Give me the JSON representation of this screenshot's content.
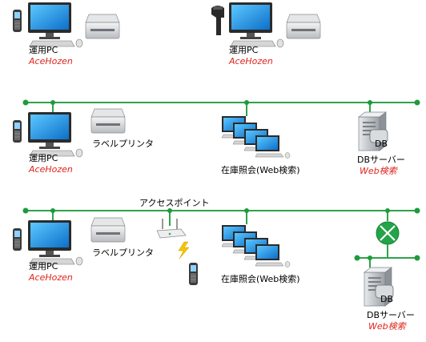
{
  "labels": {
    "operation_pc": "運用PC",
    "acehozen": "AceHozen",
    "label_printer": "ラベルプリンタ",
    "inventory_query": "在庫照会(Web検索)",
    "db_server": "DBサーバー",
    "web_search": "Web検索",
    "access_point": "アクセスポイント",
    "db": "DB"
  },
  "colors": {
    "network_line": "#2ea44a",
    "node": "#1f9a3d",
    "hub_line": "#ffffff",
    "accent_red": "#e0241c",
    "screen": "#1a8fe0",
    "wireless": "#f6c400"
  },
  "icons": [
    "handheld-terminal-icon",
    "monitor-icon",
    "keyboard-icon",
    "mouse-icon",
    "label-printer-icon",
    "barcode-scanner-icon",
    "pc-cluster-icon",
    "db-server-icon",
    "wireless-router-icon",
    "lightning-icon",
    "network-hub-icon"
  ]
}
